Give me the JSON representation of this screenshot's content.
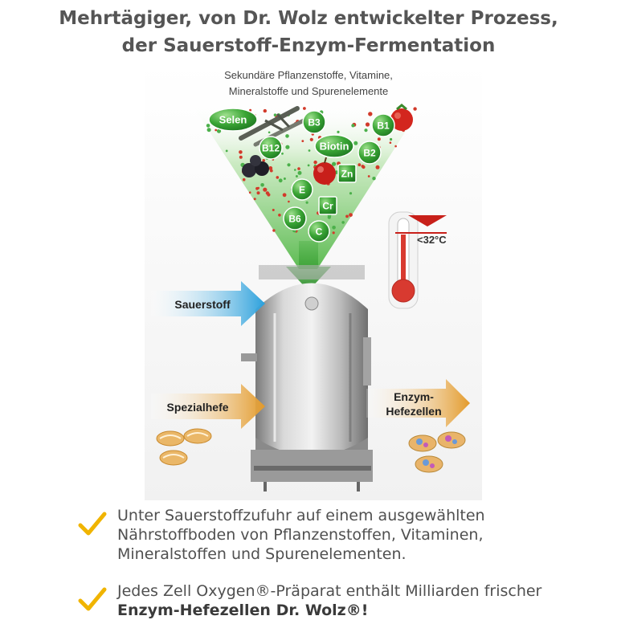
{
  "heading": {
    "line1": "Mehrtägiger, von Dr. Wolz entwickelter Prozess,",
    "line2": "der Sauerstoff-Enzym-Fermentation"
  },
  "diagram": {
    "funnel_caption_line1": "Sekundäre Pflanzenstoffe, Vitamine,",
    "funnel_caption_line2": "Mineralstoffe und Spurenelemente",
    "nutrients": [
      "Selen",
      "B3",
      "B1",
      "B12",
      "Biotin",
      "B2",
      "Zn",
      "E",
      "Cr",
      "B6",
      "C"
    ],
    "temperature": "<32°C",
    "input_oxygen": "Sauerstoff",
    "input_yeast": "Spezialhefe",
    "output_line1": "Enzym-",
    "output_line2": "Hefezellen"
  },
  "bullets": [
    {
      "text": "Unter Sauerstoffzufuhr auf einem ausgewählten Nährstoffboden von Pflanzenstoffen, Vitaminen, Mineralstoffen und Spurenelementen."
    },
    {
      "text_plain": "Jedes Zell Oxygen®-Präparat enthält Milliarden frischer ",
      "text_bold": "Enzym-Hefezellen Dr. Wolz®!"
    }
  ],
  "colors": {
    "green": "#3aa535",
    "oxygen_arrow": "#3aa8e0",
    "yeast_arrow": "#e8a43a",
    "check": "#f0b400"
  }
}
